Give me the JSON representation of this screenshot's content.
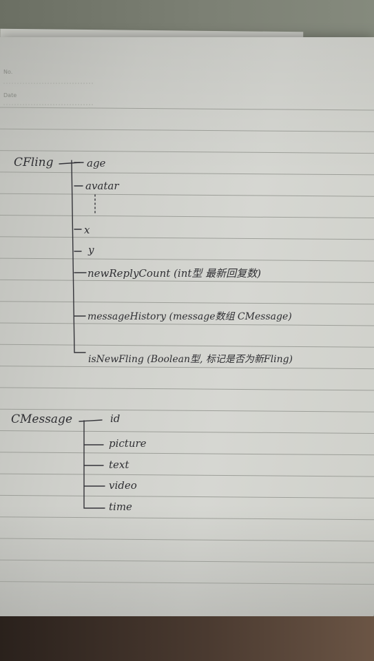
{
  "notebook": {
    "header": {
      "no_label": "No.",
      "date_label": "Date"
    },
    "cfling": {
      "class_name": "CFling",
      "fields": [
        "age",
        "avatar",
        "x",
        "y"
      ],
      "new_reply_count": "newReplyCount (int型 最新回复数)",
      "message_history": "messageHistory (message数组 CMessage)",
      "is_new_fling": "isNewFling (Boolean型, 标记是否为新Fling)"
    },
    "cmessage": {
      "class_name": "CMessage",
      "fields": [
        "id",
        "picture",
        "text",
        "video",
        "time"
      ]
    }
  }
}
